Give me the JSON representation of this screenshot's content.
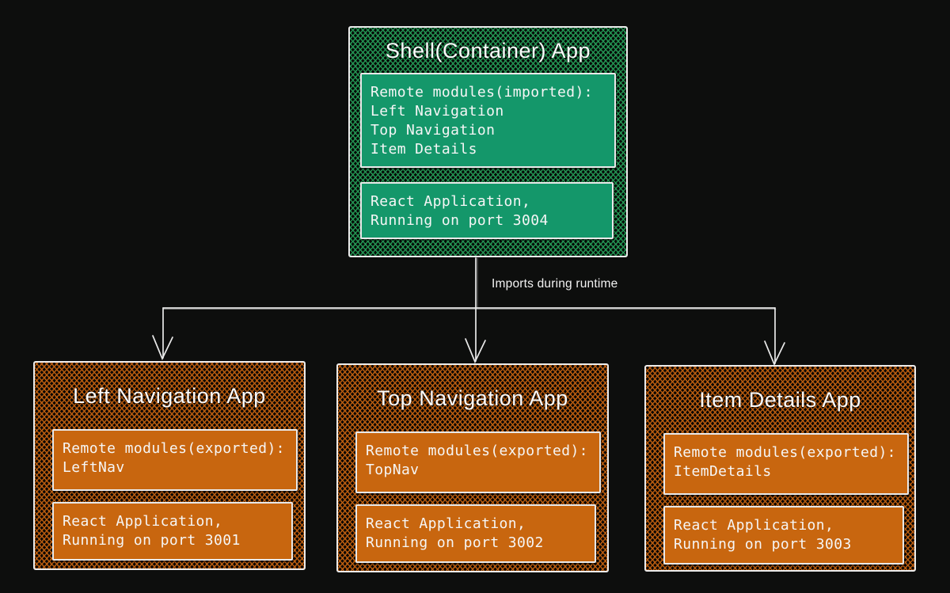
{
  "connector": {
    "label": "Imports during runtime"
  },
  "colors": {
    "background": "#0d0e0d",
    "shell_fill": "#14976a",
    "shell_hatch": "#249654",
    "app_fill": "#c8660f",
    "app_hatch": "#bd5e0f",
    "border": "#ececec",
    "text": "#fafafa"
  },
  "shell": {
    "title": "Shell(Container) App",
    "modules": [
      "Remote modules(imported):",
      "Left Navigation",
      "Top Navigation",
      "Item Details"
    ],
    "runtime": [
      "React Application,",
      "Running on port 3004"
    ]
  },
  "apps": [
    {
      "title": "Left Navigation App",
      "modules": [
        "Remote modules(exported):",
        "LeftNav"
      ],
      "runtime": [
        "React Application,",
        "Running on port 3001"
      ]
    },
    {
      "title": "Top Navigation App",
      "modules": [
        "Remote modules(exported):",
        "TopNav"
      ],
      "runtime": [
        "React Application,",
        "Running on port 3002"
      ]
    },
    {
      "title": "Item Details App",
      "modules": [
        "Remote modules(exported):",
        "ItemDetails"
      ],
      "runtime": [
        "React Application,",
        "Running on port 3003"
      ]
    }
  ]
}
